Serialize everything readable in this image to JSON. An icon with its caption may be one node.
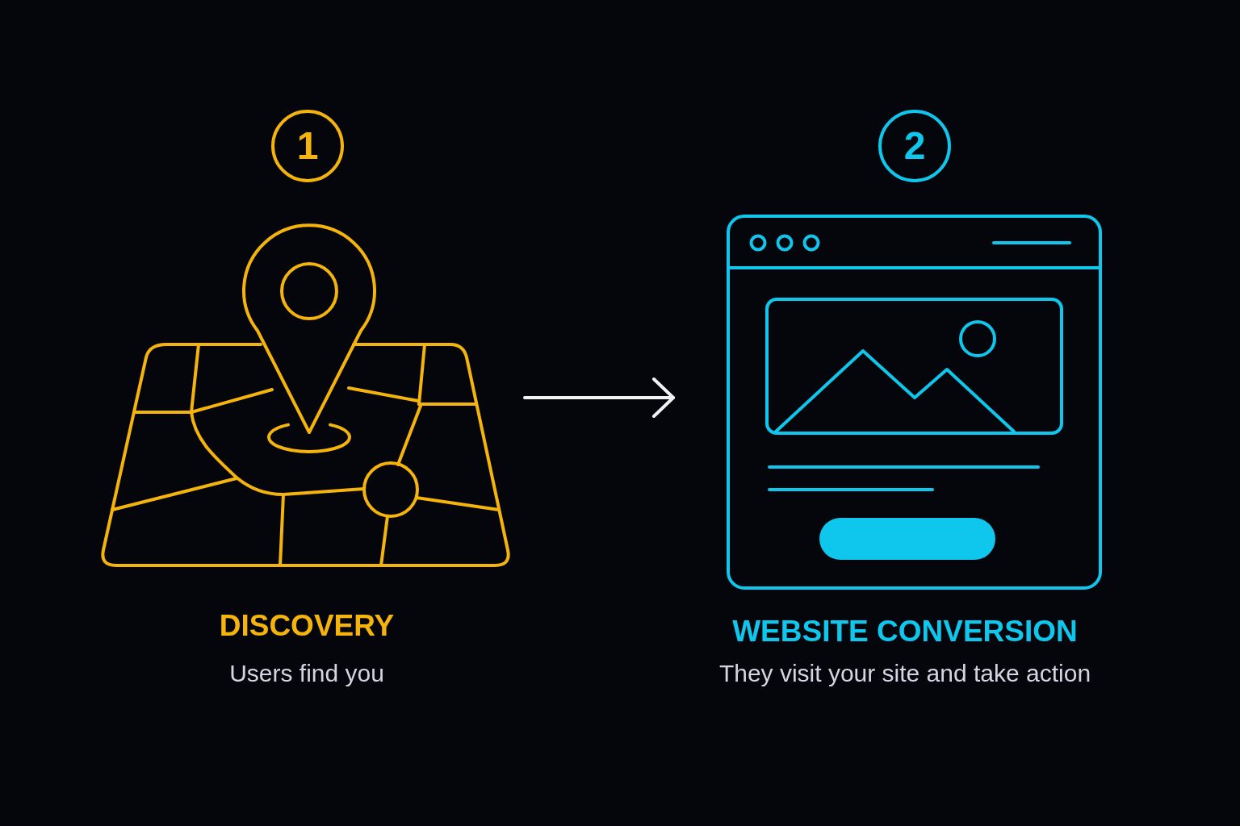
{
  "diagram": {
    "nodes": [
      {
        "text": [
          "1"
        ]
      },
      {
        "text": [
          "DISCOVERY",
          "Users find you"
        ]
      },
      {
        "text": [
          "2"
        ]
      },
      {
        "text": [
          "WEBSITE CONVERSION",
          "They visit your site and take action"
        ]
      }
    ],
    "edges": [
      {
        "from": 1,
        "to": 3,
        "arrow": "to"
      }
    ]
  }
}
